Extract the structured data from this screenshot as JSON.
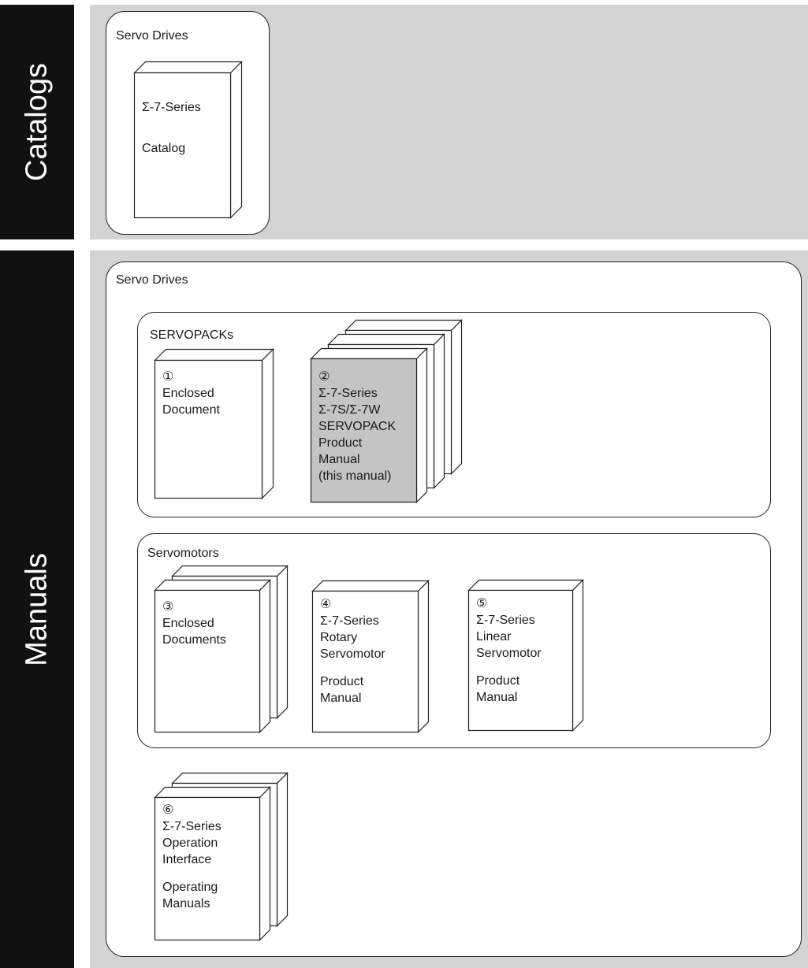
{
  "sections": {
    "catalogs_label": "Catalogs",
    "manuals_label": "Manuals"
  },
  "catalogs": {
    "group_title": "Servo Drives",
    "catalog_book": {
      "lines": [
        "Σ-7-Series",
        "",
        "Catalog"
      ]
    }
  },
  "manuals": {
    "group_title": "Servo Drives",
    "servopacks": {
      "title": "SERVOPACKs",
      "book1": {
        "number": "①",
        "lines": [
          "Enclosed",
          "Document"
        ]
      },
      "book2": {
        "number": "②",
        "lines": [
          "Σ-7-Series",
          "Σ-7S/Σ-7W",
          "SERVOPACK",
          "Product",
          "Manual",
          "(this manual)"
        ]
      }
    },
    "servomotors": {
      "title": "Servomotors",
      "book3": {
        "number": "③",
        "lines": [
          "Enclosed",
          "Documents"
        ]
      },
      "book4": {
        "number": "④",
        "lines": [
          "Σ-7-Series",
          "Rotary",
          "Servomotor",
          "",
          "Product",
          "Manual"
        ]
      },
      "book5": {
        "number": "⑤",
        "lines": [
          "Σ-7-Series",
          "Linear",
          "Servomotor",
          "",
          "Product",
          "Manual"
        ]
      }
    },
    "book6": {
      "number": "⑥",
      "lines": [
        "Σ-7-Series",
        "Operation",
        "Interface",
        "",
        "Operating",
        "Manuals"
      ]
    }
  },
  "colors": {
    "sidebar": "#111111",
    "background_gray": "#d3d3d4",
    "highlighted_book": "#c4c4c4"
  }
}
